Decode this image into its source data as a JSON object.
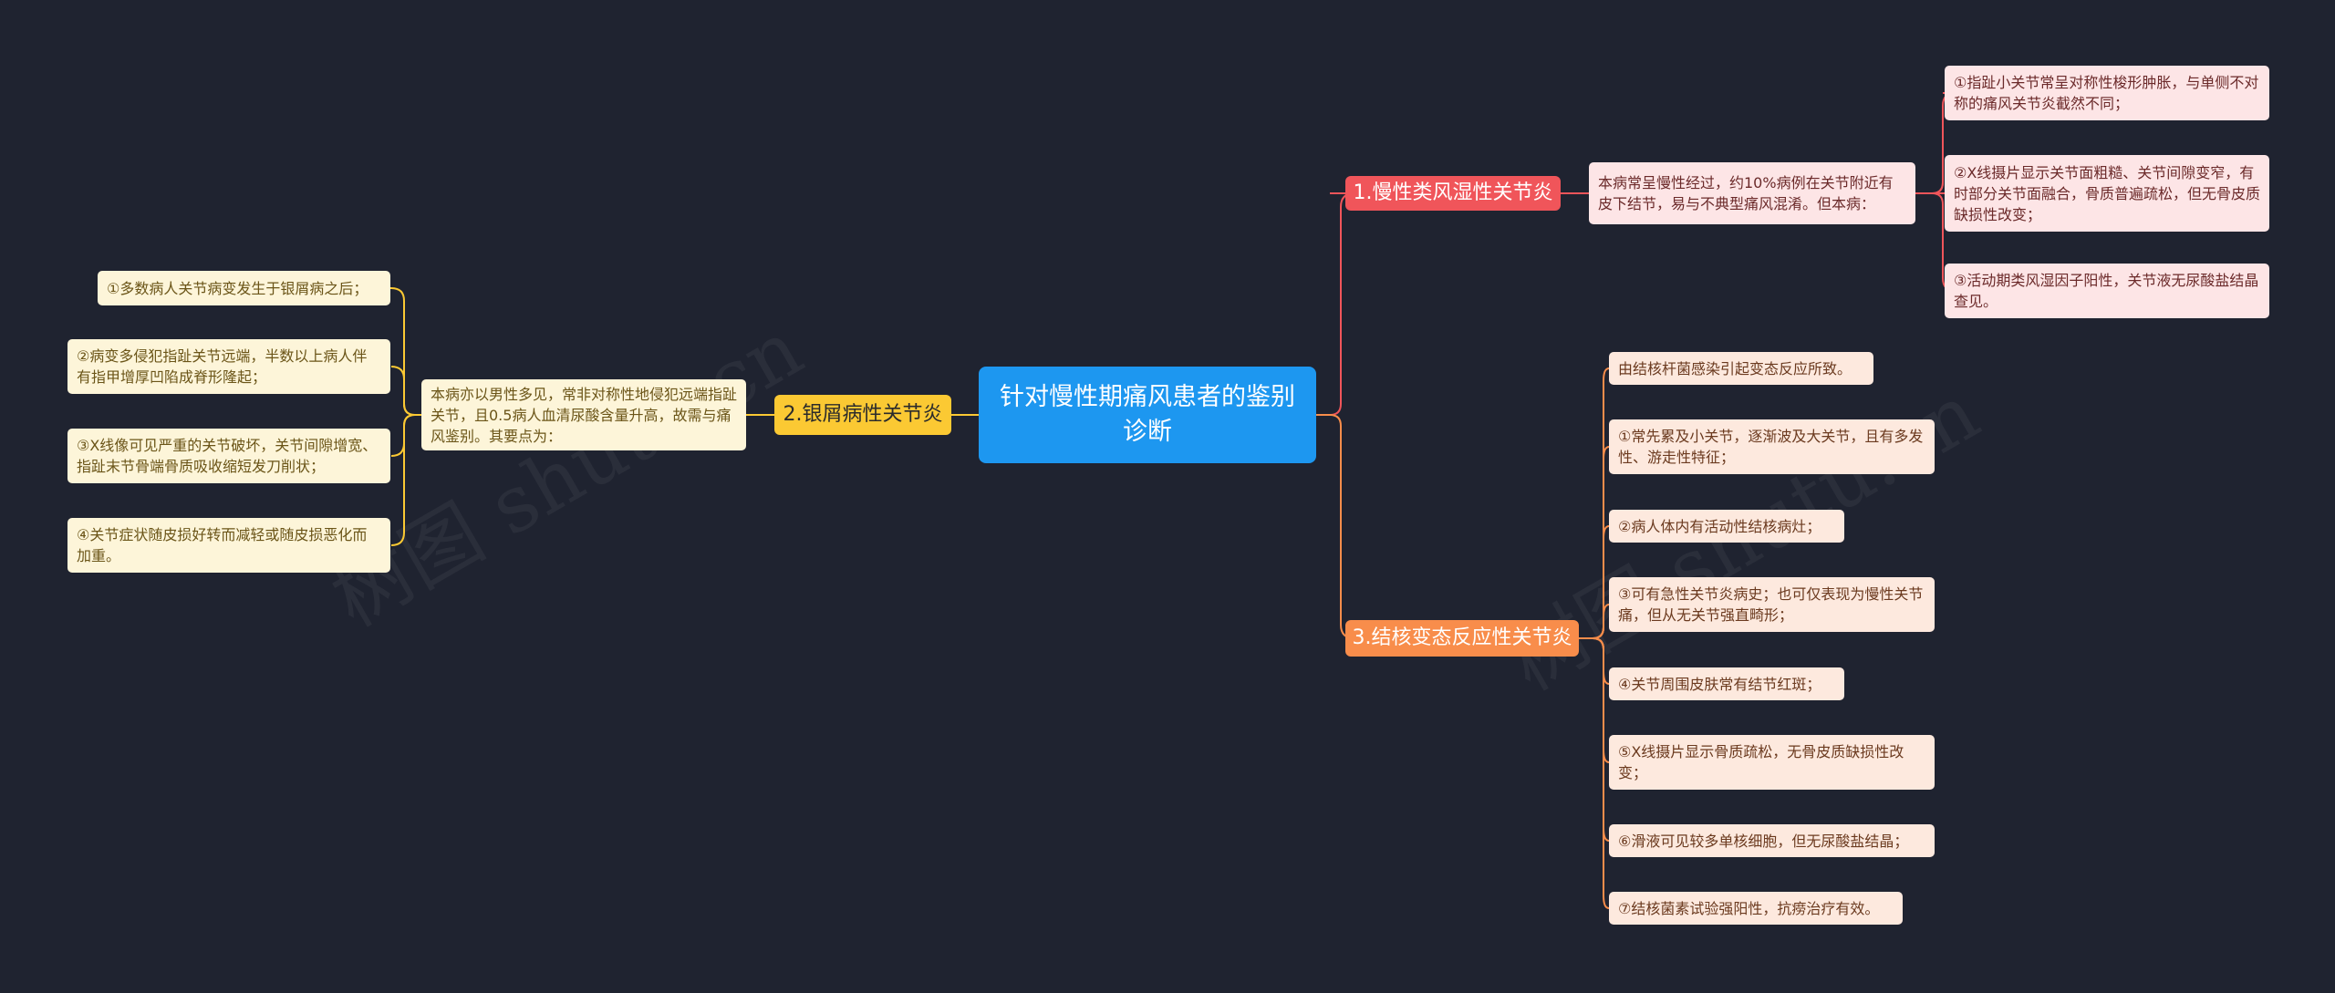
{
  "root": {
    "title": "针对慢性期痛风患者的鉴别诊断"
  },
  "watermark": "树图 shutu.cn",
  "branches": [
    {
      "label": "1.慢性类风湿性关节炎",
      "summary": "本病常呈慢性经过，约10%病例在关节附近有皮下结节，易与不典型痛风混淆。但本病：",
      "items": [
        "①指趾小关节常呈对称性梭形肿胀，与单侧不对称的痛风关节炎截然不同；",
        "②X线摄片显示关节面粗糙、关节间隙变窄，有时部分关节面融合，骨质普遍疏松，但无骨皮质缺损性改变；",
        "③活动期类风湿因子阳性，关节液无尿酸盐结晶查见。"
      ]
    },
    {
      "label": "2.银屑病性关节炎",
      "summary": "本病亦以男性多见，常非对称性地侵犯远端指趾关节，且0.5病人血清尿酸含量升高，故需与痛风鉴别。其要点为：",
      "items": [
        "①多数病人关节病变发生于银屑病之后；",
        "②病变多侵犯指趾关节远端，半数以上病人伴有指甲增厚凹陷成脊形隆起；",
        "③X线像可见严重的关节破坏，关节间隙增宽、指趾末节骨端骨质吸收缩短发刀削状；",
        "④关节症状随皮损好转而减轻或随皮损恶化而加重。"
      ]
    },
    {
      "label": "3.结核变态反应性关节炎",
      "items": [
        "由结核杆菌感染引起变态反应所致。",
        "①常先累及小关节，逐渐波及大关节，且有多发性、游走性特征；",
        "②病人体内有活动性结核病灶；",
        "③可有急性关节炎病史；也可仅表现为慢性关节痛，但从无关节强直畸形；",
        "④关节周围皮肤常有结节红斑；",
        "⑤X线摄片显示骨质疏松，无骨皮质缺损性改变；",
        "⑥滑液可见较多单核细胞，但无尿酸盐结晶；",
        "⑦结核菌素试验强阳性，抗痨治疗有效。"
      ]
    }
  ],
  "colors": {
    "background": "#1f2330",
    "root": "#1d97f0",
    "branch1": "#f0555a",
    "branch2": "#fbc933",
    "branch3": "#f88d4b"
  }
}
